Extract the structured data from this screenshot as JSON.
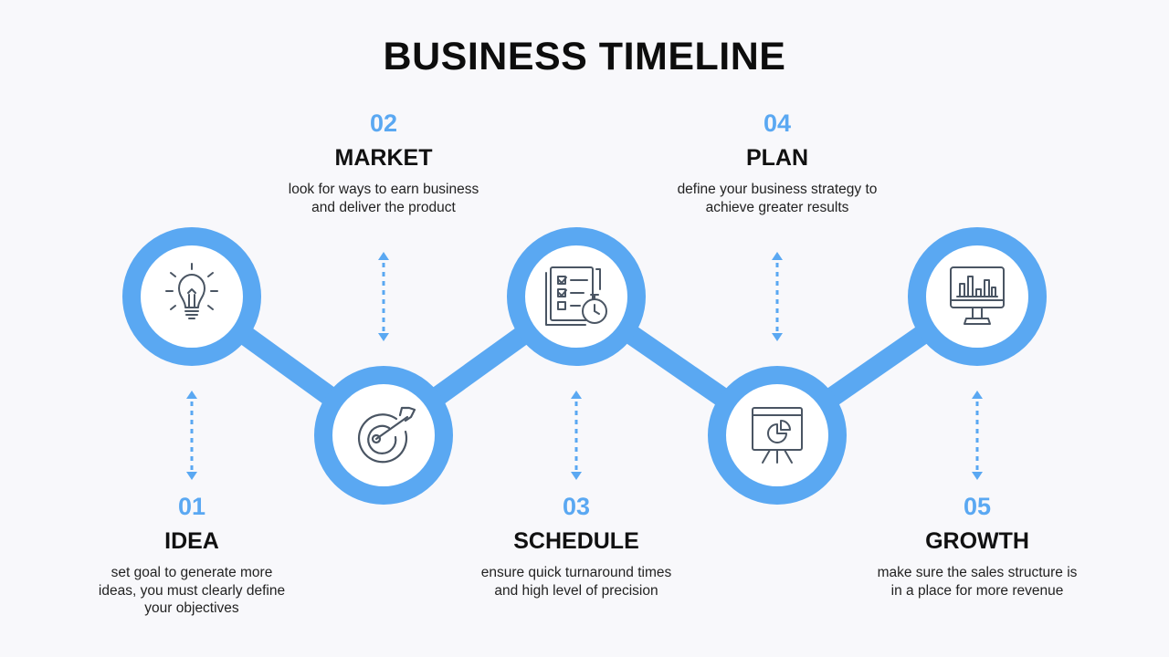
{
  "title": "BUSINESS TIMELINE",
  "colors": {
    "accent": "#5aa8f2",
    "icon": "#4a5563",
    "text": "#111111",
    "background": "#f8f8fb"
  },
  "steps": [
    {
      "number": "01",
      "name": "IDEA",
      "description": "set goal to generate more ideas, you must clearly define your objectives",
      "icon": "lightbulb-icon"
    },
    {
      "number": "02",
      "name": "MARKET",
      "description": "look for ways to earn business and deliver the product",
      "icon": "target-icon"
    },
    {
      "number": "03",
      "name": "SCHEDULE",
      "description": "ensure quick turnaround times and high level of precision",
      "icon": "checklist-stopwatch-icon"
    },
    {
      "number": "04",
      "name": "PLAN",
      "description": "define your business strategy to achieve greater results",
      "icon": "presentation-board-icon"
    },
    {
      "number": "05",
      "name": "GROWTH",
      "description": "make sure the sales structure is in a place for more revenue",
      "icon": "monitor-chart-icon"
    }
  ]
}
